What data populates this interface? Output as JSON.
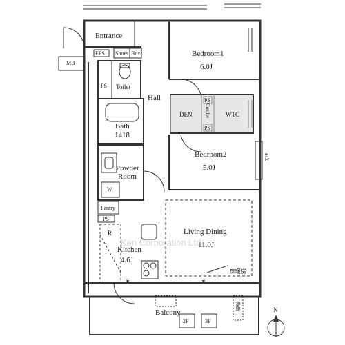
{
  "rooms": {
    "entrance": "Entrance",
    "eps": "EPS",
    "shoes": "Shoes",
    "box": "Box",
    "mb": "MB",
    "ps_toilet": "PS",
    "toilet": "Toilet",
    "hall": "Hall",
    "bedroom1": "Bedroom1",
    "bedroom1_size": "6.0J",
    "den": "DEN",
    "conifer": "Conifer",
    "wtc": "WTC",
    "ps_wtc_top": "PS",
    "ps_wtc_bottom": "PS",
    "bath": "Bath",
    "bath_size": "1418",
    "bedroom2": "Bedroom2",
    "bedroom2_size": "5.0J",
    "fix": "FIX",
    "powder": "Powder",
    "room": "Room",
    "w": "W",
    "pantry": "Pantry",
    "ps_kitchen": "PS",
    "r": "R",
    "kitchen": "Kitchen",
    "kitchen_size": "4.6J",
    "living_dining": "Living Dining",
    "living_dining_size": "11.0J",
    "floor_heating": "床暖房",
    "balcony": "Balcony",
    "hatch_2f": "2F",
    "hatch_3f": "3F",
    "evac": "避難",
    "north": "N"
  },
  "watermark": "Ken Corporation Ltd"
}
